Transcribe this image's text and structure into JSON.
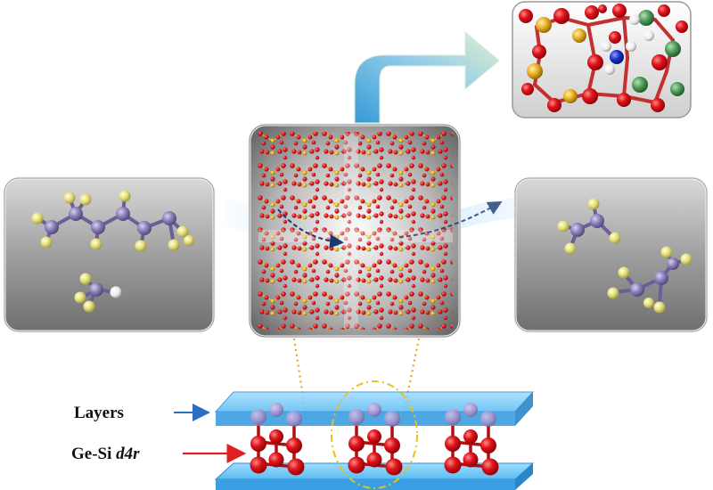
{
  "labels": {
    "layers": "Layers",
    "d4r_prefix": "Ge-Si ",
    "d4r_italic": "d4r"
  },
  "colors": {
    "oxygen": "#e0141b",
    "silicon": "#e8b020",
    "germanium": "#4f9a5a",
    "carbon_dark": "#8b7fb8",
    "fluorine": "#eeea8c",
    "hydrogen": "#f4f4f4",
    "nitrogen": "#1530c8",
    "layer_blue": "#48b0f0",
    "layers_arrow": "#2c6fc1",
    "d4r_arrow": "#e02020",
    "panel_gray": "#8a8a8a",
    "guide_orange": "#e8a620"
  }
}
